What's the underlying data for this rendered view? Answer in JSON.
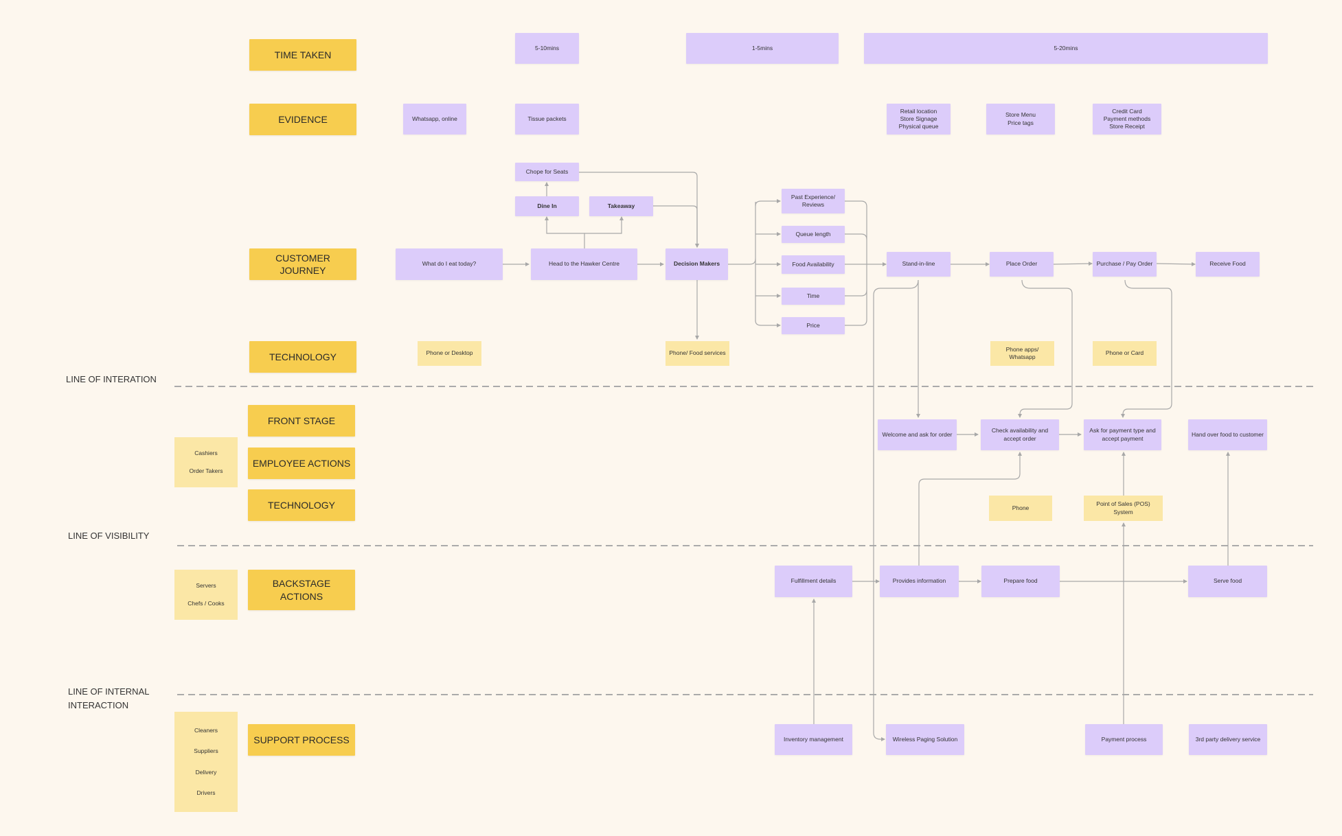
{
  "lanes": {
    "time_taken": "TIME TAKEN",
    "evidence": "EVIDENCE",
    "customer_journey": "CUSTOMER JOURNEY",
    "technology_customer": "TECHNOLOGY",
    "front_stage": "FRONT STAGE",
    "employee_actions": "EMPLOYEE ACTIONS",
    "technology_employee": "TECHNOLOGY",
    "backstage_actions": "BACKSTAGE\nACTIONS",
    "support_process": "SUPPORT PROCESS"
  },
  "lines": {
    "interaction": "LINE OF INTERATION",
    "visibility": "LINE OF VISIBILITY",
    "internal_1": "LINE OF INTERNAL",
    "internal_2": "INTERACTION"
  },
  "time": {
    "t1": "5-10mins",
    "t2": "1-5mins",
    "t3": "5-20mins"
  },
  "evidence": {
    "e1": "Whatsapp, online",
    "e2": "Tissue packets",
    "e3": "Retail location\nStore Signage\nPhysical queue",
    "e4": "Store Menu\nPrice tags",
    "e5": "Credit Card\nPayment methods\nStore Receipt"
  },
  "journey": {
    "chope": "Chope for Seats",
    "dine_in": "Dine In",
    "takeaway": "Takeaway",
    "what_eat": "What do I eat today?",
    "head_hawker": "Head to the Hawker Centre",
    "decision": "Decision Makers",
    "past_exp": "Past Experience/\nReviews",
    "queue": "Queue length",
    "food_avail": "Food Availability",
    "time": "Time",
    "price": "Price",
    "stand": "Stand-in-line",
    "place_order": "Place Order",
    "purchase": "Purchase / Pay Order",
    "receive": "Receive Food"
  },
  "tech_customer": {
    "t1": "Phone or Desktop",
    "t2": "Phone/ Food services",
    "t3": "Phone apps/\nWhatsapp",
    "t4": "Phone or Card"
  },
  "front": {
    "welcome": "Welcome and ask for order",
    "check": "Check availability and\naccept order",
    "ask_pay": "Ask for payment type and\naccept payment",
    "hand_over": "Hand over food to customer"
  },
  "tech_employee": {
    "phone": "Phone",
    "pos": "Point of Sales (POS) System"
  },
  "backstage": {
    "fulfil": "Fulfillment details",
    "provides": "Provides information",
    "prepare": "Prepare food",
    "serve": "Serve food"
  },
  "support": {
    "inventory": "Inventory management",
    "paging": "Wireless Paging Solution",
    "payment": "Payment process",
    "delivery": "3rd party delivery service"
  },
  "roles": {
    "front": [
      "Cashiers",
      "Order Takers"
    ],
    "back": [
      "Servers",
      "Chefs / Cooks"
    ],
    "support": [
      "Cleaners",
      "Suppliers",
      "Delivery",
      "Drivers"
    ]
  },
  "colors": {
    "lane": "#f7cd4f",
    "card": "#dcccfa",
    "tech": "#fbe7a6",
    "background": "#fdf7ee"
  }
}
